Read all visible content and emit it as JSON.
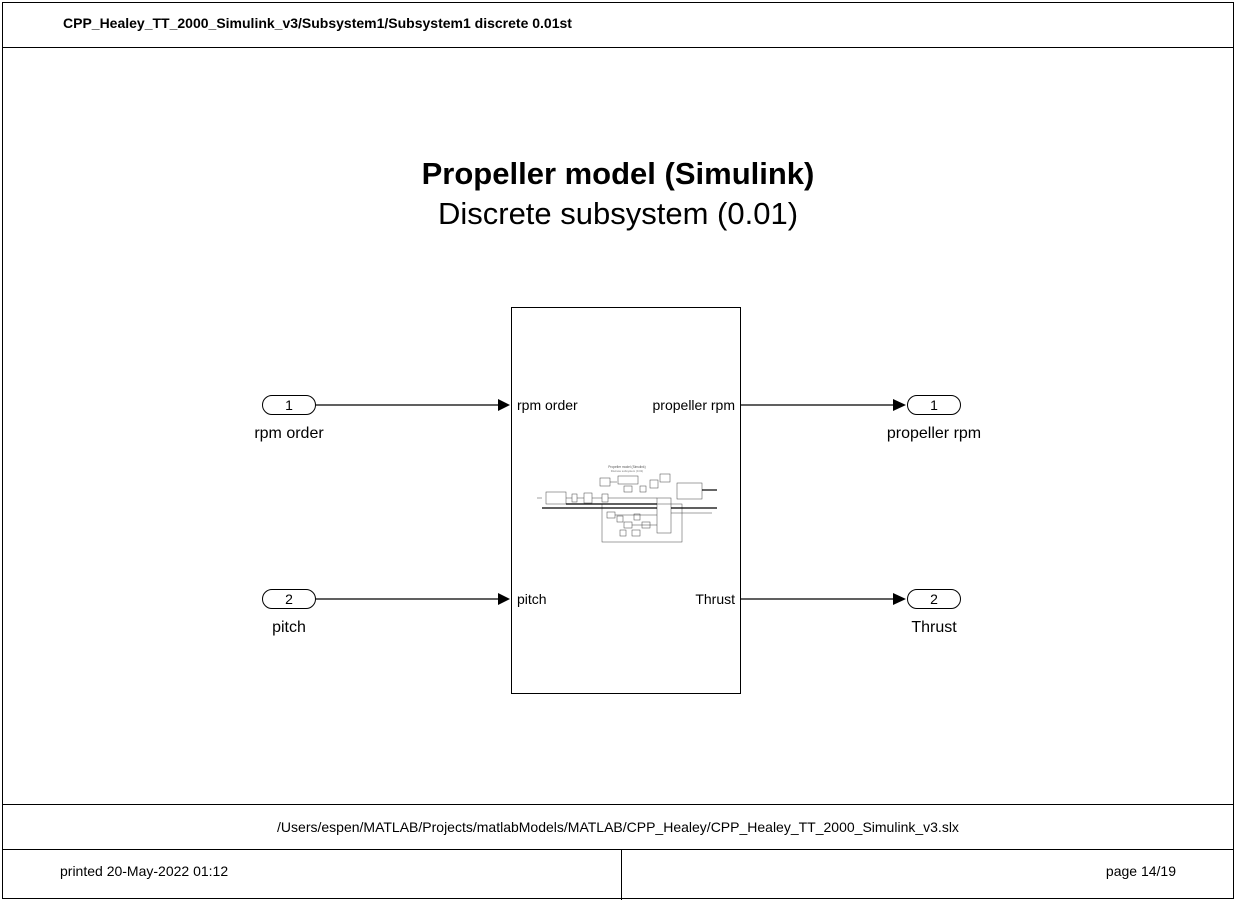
{
  "header": {
    "path": "CPP_Healey_TT_2000_Simulink_v3/Subsystem1/Subsystem1 discrete 0.01st"
  },
  "diagram": {
    "title": "Propeller model (Simulink)",
    "subtitle": "Discrete subsystem (0.01)",
    "inports": [
      {
        "number": "1",
        "label": "rpm order"
      },
      {
        "number": "2",
        "label": "pitch"
      }
    ],
    "outports": [
      {
        "number": "1",
        "label": "propeller rpm"
      },
      {
        "number": "2",
        "label": "Thrust"
      }
    ],
    "subsystem": {
      "input_ports": [
        "rpm order",
        "pitch"
      ],
      "output_ports": [
        "propeller rpm",
        "Thrust"
      ],
      "thumbnail_title": "Propeller model (Simulink)",
      "thumbnail_subtitle": "Discrete subsystem (0.01)"
    }
  },
  "footer": {
    "file_path": "/Users/espen/MATLAB/Projects/matlabModels/MATLAB/CPP_Healey/CPP_Healey_TT_2000_Simulink_v3.slx",
    "printed": "printed 20-May-2022 01:12",
    "page": "page 14/19"
  }
}
